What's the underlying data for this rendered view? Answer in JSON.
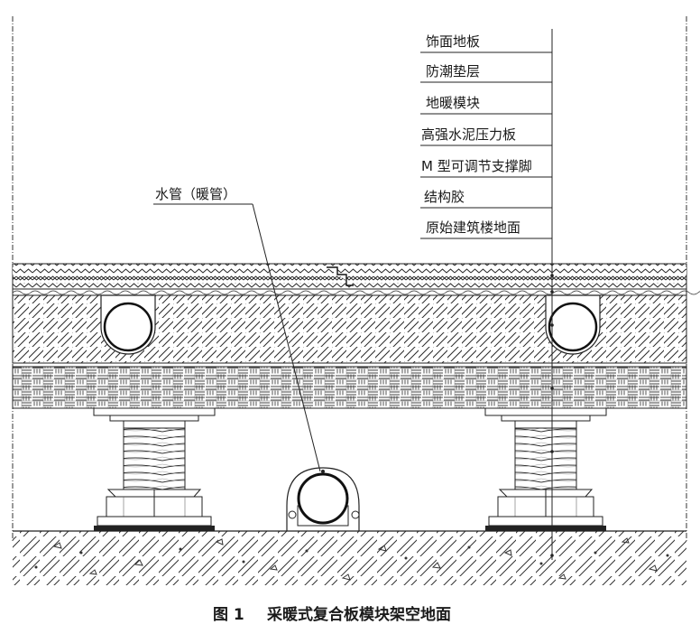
{
  "labels": {
    "finish_floor": "饰面地板",
    "moisture_layer": "防潮垫层",
    "heating_module": "地暖模块",
    "cement_board": "高强水泥压力板",
    "support_foot": "M 型可调节支撑脚",
    "structural_glue": "结构胶",
    "base_floor": "原始建筑楼地面",
    "water_pipe": "水管（暖管）"
  },
  "caption": {
    "figure_no": "图 1",
    "title": "采暖式复合板模块架空地面"
  }
}
